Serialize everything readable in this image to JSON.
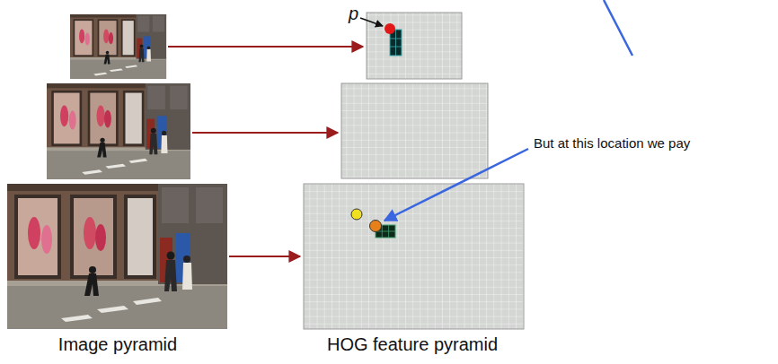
{
  "diagram": {
    "labels": [
      "p",
      "But at this location we pay",
      "Image pyramid",
      "HOG feature pyramid"
    ]
  }
}
